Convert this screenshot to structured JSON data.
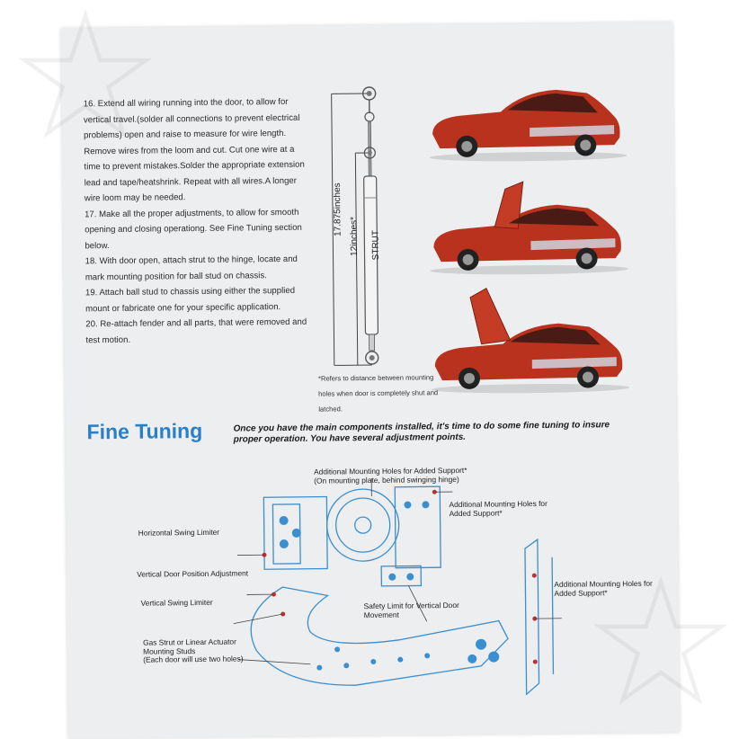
{
  "steps": [
    "16.  Extend all wiring running into the door, to allow for vertical travel.(solder all connections to prevent electrical problems) open and raise to measure for wire length. Remove wires from the loom and cut. Cut one wire at a time to prevent mistakes.Solder the appropriate extension lead and tape/heatshrink. Repeat with all wires.A longer wire loom may be needed.",
    "17. Make all the proper adjustments, to allow for smooth opening and closing operationg. See Fine Tuning section below.",
    "18. With door open, attach strut to the hinge, locate and mark mounting position for ball stud on chassis.",
    "19. Attach ball stud to chassis using either the supplied mount or fabricate one for your specific application.",
    "20. Re-attach fender and all parts, that were removed and test motion."
  ],
  "strut": {
    "total_length": "17.875inches",
    "strut_length": "12inches*",
    "strut_label": "STRUT",
    "footnote": "*Refers to distance between mounting holes when door is completely shut and latched."
  },
  "fine_tuning": {
    "title": "Fine Tuning",
    "intro": "Once you have the main components installed, it's time to do some fine tuning to insure proper operation. You have several adjustment points."
  },
  "hinge_labels": {
    "top_holes": "Additional Mounting Holes for Added Support*",
    "top_holes_note": "(On mounting plate, behind swinging hinge)",
    "right_holes": "Additional Mounting Holes for Added Support*",
    "far_right_holes": "Additional Mounting Holes for Added Support*",
    "horizontal_limiter": "Horizontal Swing Limiter",
    "vertical_adjust": "Vertical Door Position Adjustment",
    "vertical_limiter": "Vertical Swing Limiter",
    "safety_limit": "Safety Limit for Vertical Door Movement",
    "gas_strut": "Gas Strut or Linear Actuator Mounting Studs",
    "gas_strut_note": "(Each door will use two holes)"
  },
  "colors": {
    "accent_blue": "#2b7fc6",
    "car_red": "#b8321e",
    "diagram_blue": "#3a8fd0"
  }
}
